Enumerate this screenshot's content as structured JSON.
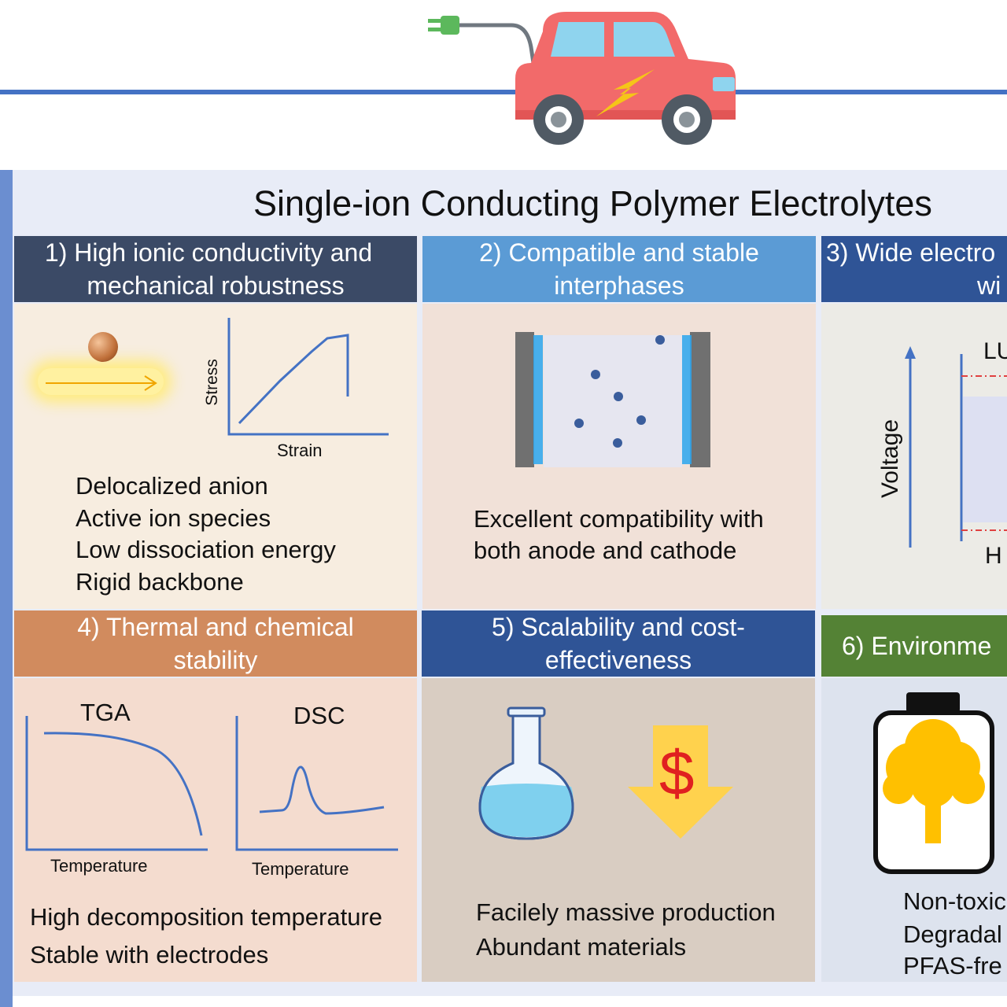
{
  "title": "Single-ion Conducting Polymer Electrolytes",
  "colors": {
    "line_blue": "#4472c4",
    "frame_bg": "#e8ecf7",
    "header_dark_slate": "#3b4a66",
    "header_light_blue": "#5b9bd5",
    "header_navy": "#2f5496",
    "header_orange": "#d18b5e",
    "header_green": "#548235",
    "car_red": "#f26a6a",
    "car_window": "#8fd4ee",
    "bolt_yellow": "#f5c518",
    "tree_yellow": "#ffc000",
    "axis_blue": "#4472c4",
    "dollar_red": "#e02020"
  },
  "icons": [
    "ev-car-icon",
    "plug-icon",
    "lightning-bolt-icon",
    "flask-icon",
    "dollar-down-arrow-icon",
    "battery-tree-icon",
    "ion-sphere-icon"
  ],
  "panels": {
    "p1": {
      "header": [
        "1) High ionic conductivity and",
        "mechanical robustness"
      ],
      "chart_y_label": "Stress",
      "chart_x_label": "Strain",
      "bullets": [
        "Delocalized anion",
        "Active ion species",
        "Low dissociation energy",
        "Rigid backbone"
      ]
    },
    "p2": {
      "header": [
        "2) Compatible and stable",
        "interphases"
      ],
      "text": [
        "Excellent compatibility with",
        "both anode and cathode"
      ]
    },
    "p3": {
      "header": [
        "3) Wide electro",
        "wi"
      ],
      "y_label": "Voltage",
      "top_label": "LU",
      "bottom_label": "H"
    },
    "p4": {
      "header": [
        "4) Thermal and chemical",
        "stability"
      ],
      "tga_label": "TGA",
      "dsc_label": "DSC",
      "x_label_1": "Temperature",
      "x_label_2": "Temperature",
      "text": [
        "High decomposition temperature",
        "Stable with electrodes"
      ]
    },
    "p5": {
      "header": [
        "5) Scalability and cost-",
        "effectiveness"
      ],
      "dollar": "$",
      "text": [
        "Facilely massive production",
        "Abundant materials"
      ]
    },
    "p6": {
      "header": [
        "6) Environme"
      ],
      "text": [
        "Non-toxic",
        "Degradal",
        "PFAS-fre"
      ]
    }
  }
}
